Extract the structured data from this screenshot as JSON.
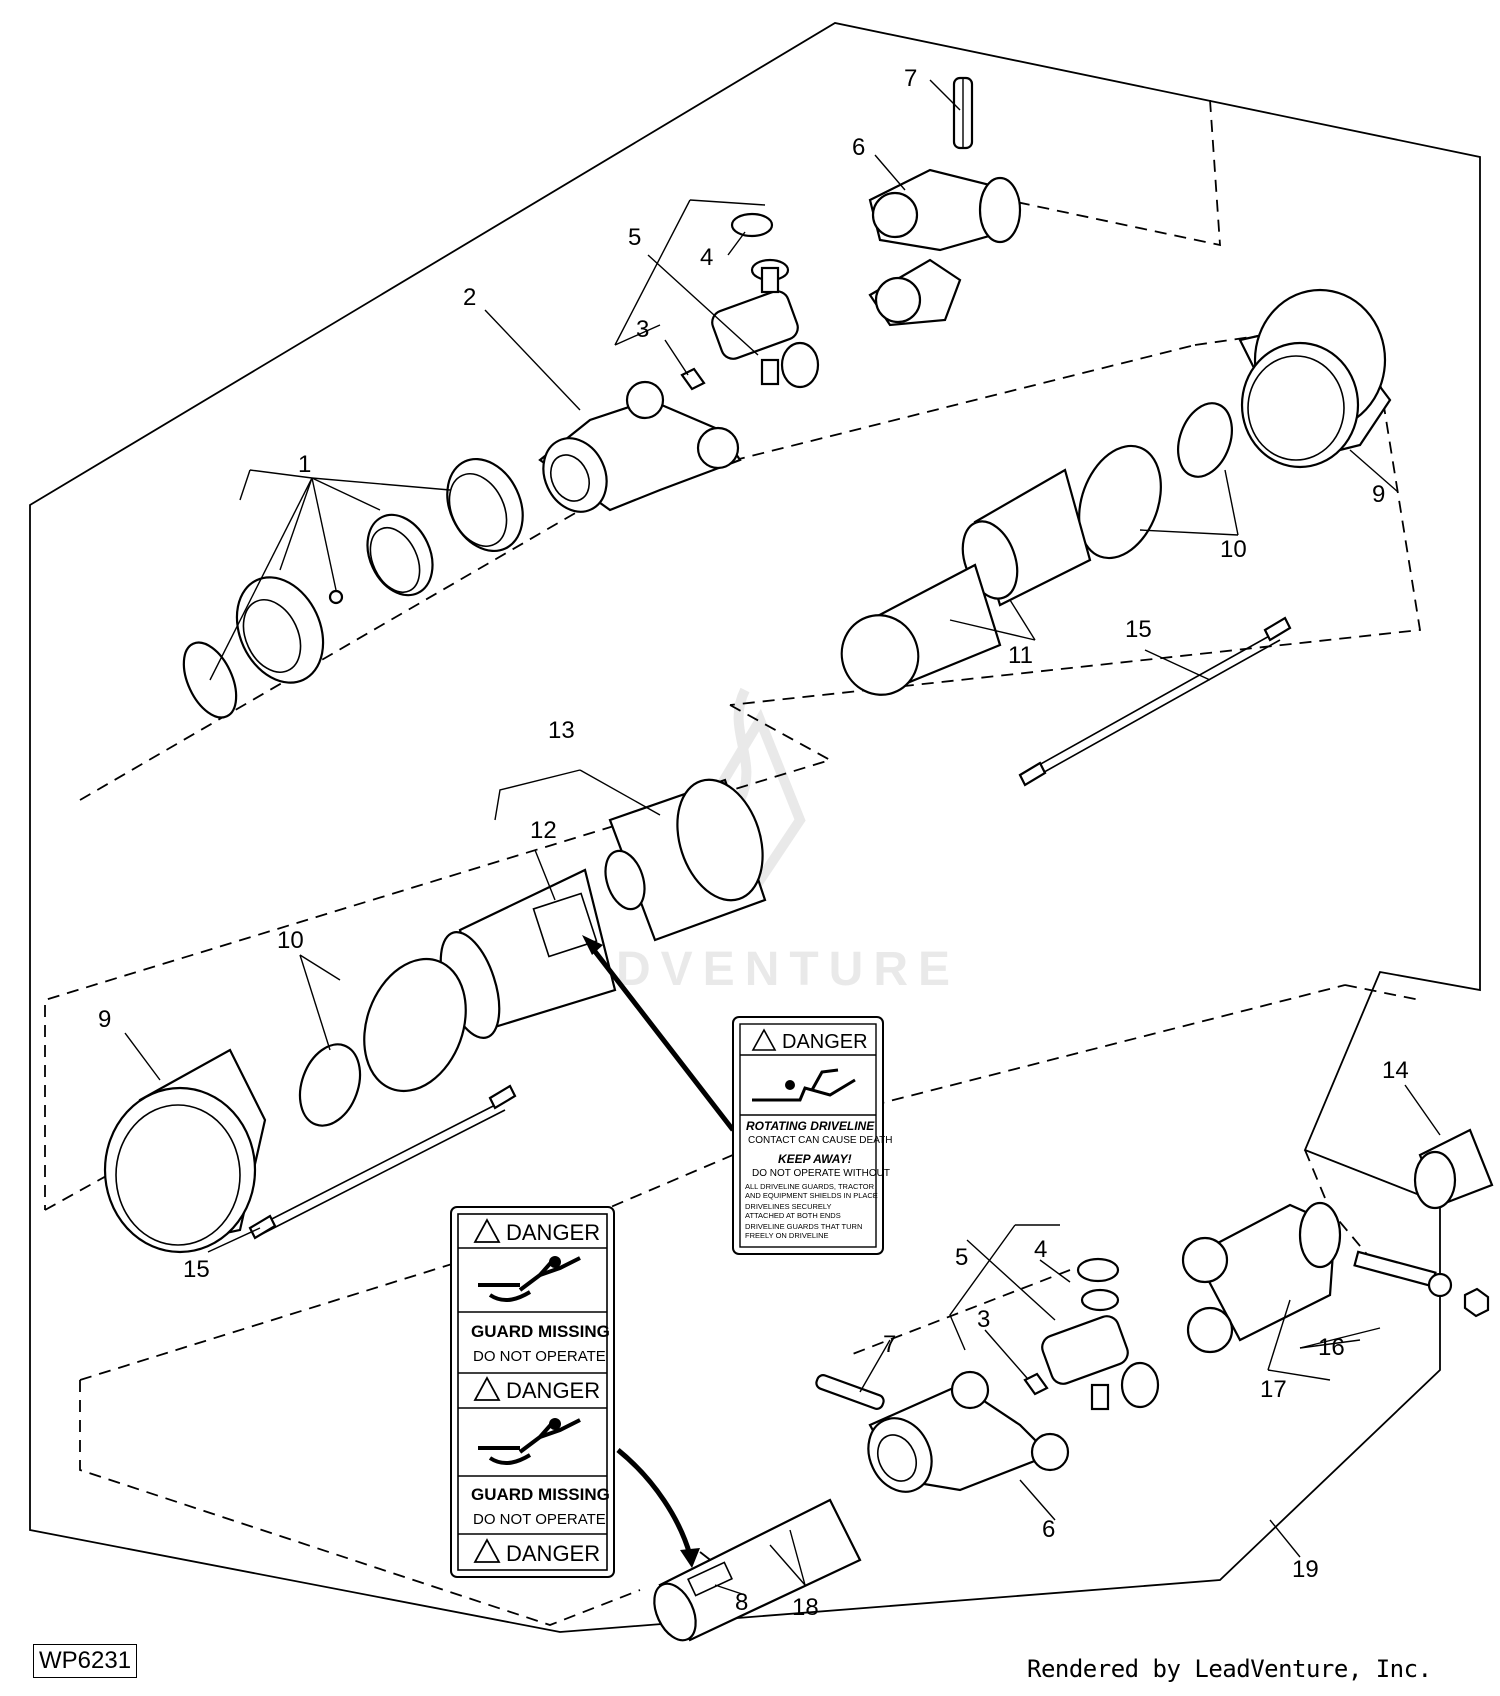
{
  "figure_id": "WP6231",
  "credit": "Rendered by LeadVenture, Inc.",
  "watermark": "LEADVENTURE",
  "callouts": {
    "c1": "1",
    "c2": "2",
    "c3a": "3",
    "c4a": "4",
    "c5a": "5",
    "c6a": "6",
    "c7a": "7",
    "c8": "8",
    "c9a": "9",
    "c9b": "9",
    "c10a": "10",
    "c10b": "10",
    "c11": "11",
    "c12": "12",
    "c13": "13",
    "c14": "14",
    "c15a": "15",
    "c15b": "15",
    "c16": "16",
    "c17": "17",
    "c18": "18",
    "c19": "19",
    "c3b": "3",
    "c4b": "4",
    "c5b": "5",
    "c6b": "6",
    "c7b": "7"
  },
  "decal_small": {
    "header": "DANGER",
    "title": "ROTATING DRIVELINE",
    "subtitle": "CONTACT CAN CAUSE DEATH",
    "keep_away": "KEEP AWAY!",
    "do_not": "DO NOT OPERATE WITHOUT",
    "b1": "ALL DRIVELINE GUARDS, TRACTOR",
    "b1b": "AND EQUIPMENT SHIELDS IN PLACE",
    "b2": "DRIVELINES SECURELY",
    "b2b": "ATTACHED AT BOTH ENDS",
    "b3": "DRIVELINE GUARDS THAT TURN",
    "b3b": "FREELY ON DRIVELINE"
  },
  "decal_large": {
    "header1": "DANGER",
    "line1a": "GUARD MISSING",
    "line1b": "DO NOT OPERATE",
    "header2": "DANGER",
    "line2a": "GUARD MISSING",
    "line2b": "DO NOT OPERATE",
    "header3": "DANGER"
  }
}
